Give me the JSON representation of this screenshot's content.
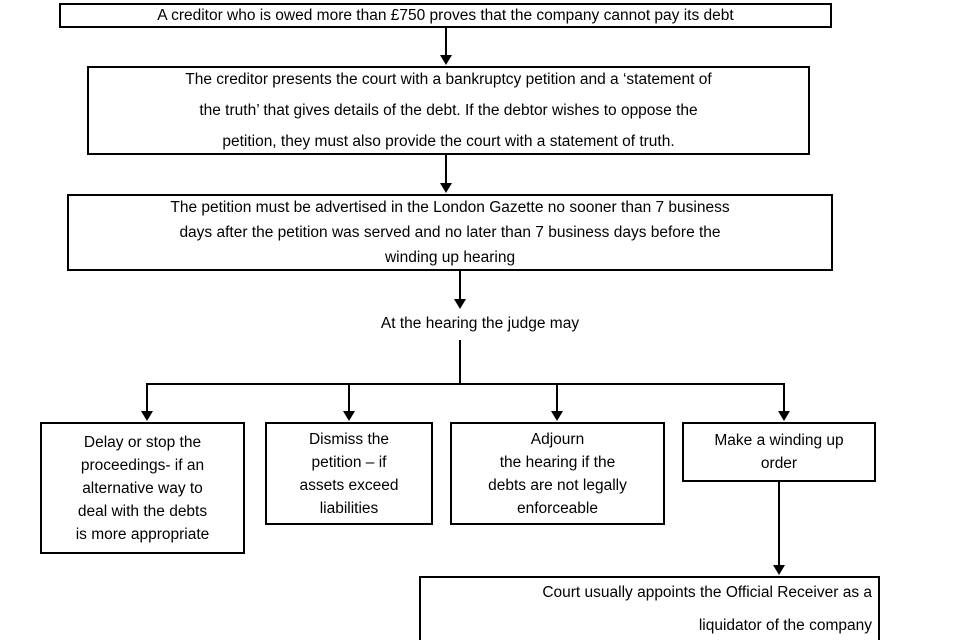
{
  "diagram": {
    "title": "Winding up petition process flowchart",
    "stroke_color": "#000000",
    "background_color": "#ffffff",
    "nodes": {
      "creditor_proof": "A creditor who is owed more than £750 proves that the company cannot pay its debt",
      "petition_statement": "The creditor presents the court with a bankruptcy petition and a ‘statement of\nthe truth’ that gives details of the debt.  If the debtor wishes to oppose the\npetition, they must also provide the court with a statement of truth.",
      "advertise_gazette": "The petition must be advertised in the London Gazette no sooner than 7 business\ndays after the petition was served and no later than 7 business days before the\nwinding up hearing",
      "hearing_judge": "At the hearing the judge may",
      "delay_stop": "Delay or stop the\nproceedings- if an\nalternative way to\ndeal with the debts\nis more appropriate",
      "dismiss_petition": "Dismiss the\npetition – if\nassets exceed\nliabilities",
      "adjourn_hearing": "Adjourn\nthe hearing if the\ndebts are not legally\nenforceable",
      "winding_up_order": "Make a winding up\norder",
      "official_receiver": "Court usually appoints the Official Receiver as a\nliquidator of the company"
    },
    "connectors": [
      "creditor-proof-to-petition-statement",
      "petition-statement-to-advertise-gazette",
      "advertise-gazette-to-hearing-judge",
      "hearing-judge-to-branch-bus",
      "branch-to-delay-stop",
      "branch-to-dismiss-petition",
      "branch-to-adjourn-hearing",
      "branch-to-winding-up-order",
      "winding-up-order-to-official-receiver"
    ]
  }
}
